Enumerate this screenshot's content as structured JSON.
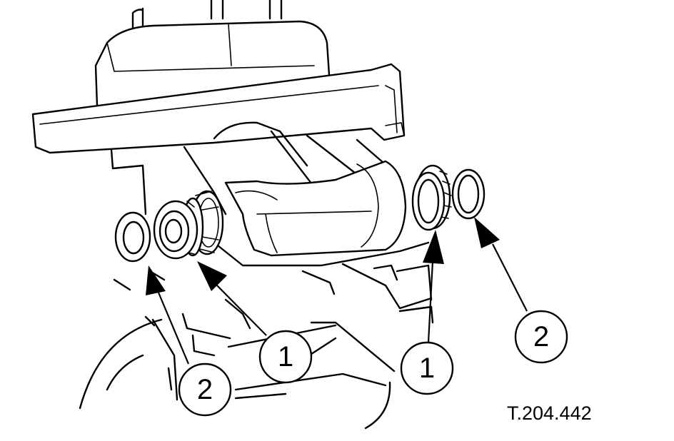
{
  "figure": {
    "reference": "T.204.442"
  },
  "callouts": [
    {
      "label": "1"
    },
    {
      "label": "1"
    },
    {
      "label": "2"
    },
    {
      "label": "2"
    }
  ]
}
